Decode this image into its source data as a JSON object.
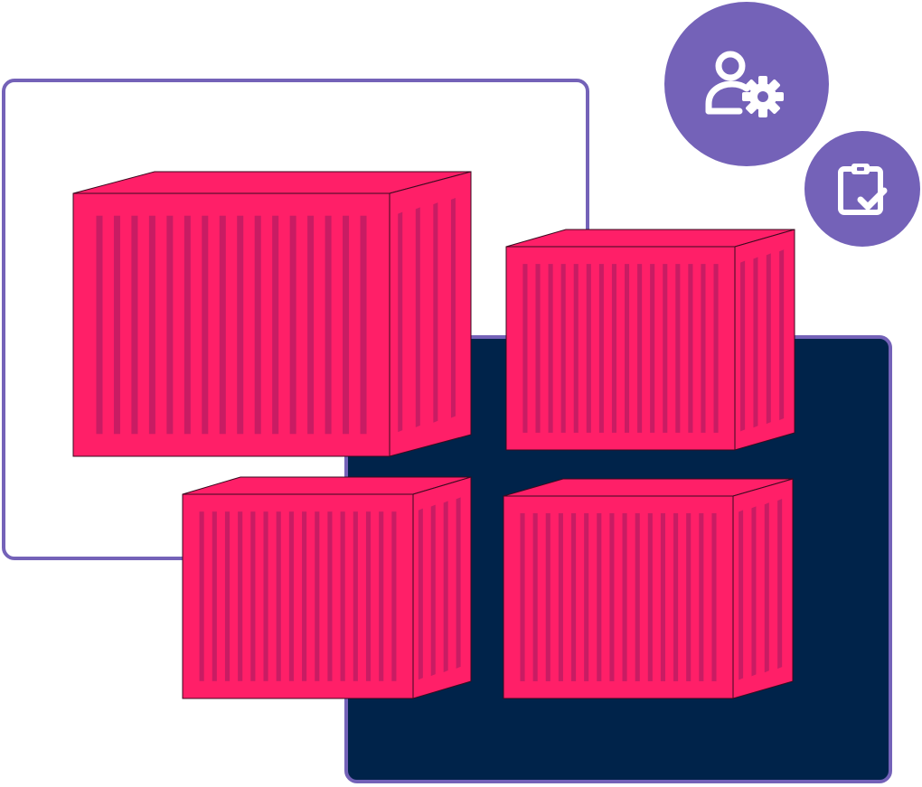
{
  "colors": {
    "accent_purple": "#7462b8",
    "container_front": "#ff1f68",
    "container_side": "#ff1f68",
    "container_stripe": "#c81c63",
    "navy_panel": "#00234a",
    "white_panel": "#ffffff"
  },
  "icons": {
    "top_badge": "user-settings-icon",
    "bottom_badge": "clipboard-check-icon"
  },
  "containers": [
    {
      "name": "shipping-container-large",
      "stripes_front": 16,
      "stripes_side": 4
    },
    {
      "name": "shipping-container-top-right",
      "stripes_front": 16,
      "stripes_side": 4
    },
    {
      "name": "shipping-container-bottom-left",
      "stripes_front": 16,
      "stripes_side": 4
    },
    {
      "name": "shipping-container-bottom-right",
      "stripes_front": 16,
      "stripes_side": 4
    }
  ]
}
